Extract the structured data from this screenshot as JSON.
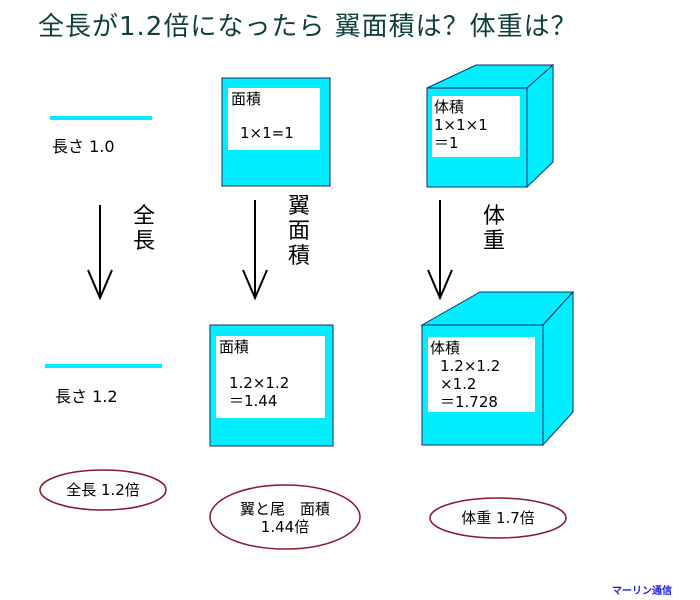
{
  "title": "全長が1.2倍になったら 翼面積は？体重は？",
  "before": {
    "length_label": "長さ 1.0",
    "area_heading": "面積",
    "area_formula": "1×1=1",
    "volume_heading": "体積",
    "volume_formula_1": "1×1×1",
    "volume_formula_2": "＝1"
  },
  "arrows": {
    "length": "全長",
    "wing_area": "翼面積",
    "weight": "体重"
  },
  "after": {
    "length_label": "長さ 1.2",
    "area_heading": "面積",
    "area_formula_1": "1.2×1.2",
    "area_formula_2": "＝1.44",
    "volume_heading": "体積",
    "volume_formula_1": "1.2×1.2",
    "volume_formula_2": "×1.2",
    "volume_formula_3": "＝1.728"
  },
  "results": {
    "length": "全長 1.2倍",
    "wing_area_line1": "翼と尾　面積",
    "wing_area_line2": "1.44倍",
    "weight": "体重 1.7倍"
  },
  "footer": "マーリン通信",
  "colors": {
    "fill": "#00eeff",
    "title": "#0f3f3f",
    "oval": "#8b1a2a",
    "footer": "#2222dd"
  }
}
